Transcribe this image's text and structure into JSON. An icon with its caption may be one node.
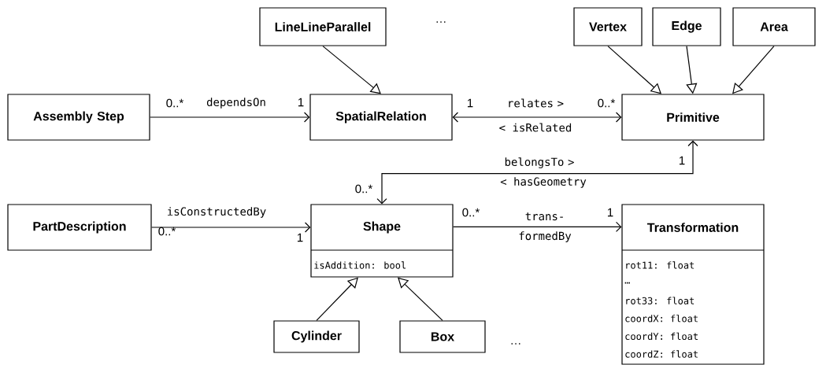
{
  "diagram": {
    "nodes": [
      {
        "text": [
          "LineLineParallel"
        ]
      },
      {
        "text": [
          "Vertex"
        ]
      },
      {
        "text": [
          "Edge"
        ]
      },
      {
        "text": [
          "Area"
        ]
      },
      {
        "text": [
          "Assembly Step"
        ]
      },
      {
        "text": [
          "SpatialRelation"
        ]
      },
      {
        "text": [
          "Primitive"
        ]
      },
      {
        "text": [
          "PartDescription"
        ]
      },
      {
        "text": [
          "Shape",
          "isAddition: bool"
        ]
      },
      {
        "text": [
          "Transformation",
          "rot11: float",
          "…",
          "rot33: float",
          "coordX: float",
          "coordY: float",
          "coordZ: float"
        ]
      },
      {
        "text": [
          "Cylinder"
        ]
      },
      {
        "text": [
          "Box"
        ]
      }
    ],
    "edges": [
      {
        "from": 0,
        "to": 5,
        "arrow": "to"
      },
      {
        "from": 1,
        "to": 6,
        "arrow": "to"
      },
      {
        "from": 2,
        "to": 6,
        "arrow": "to"
      },
      {
        "from": 3,
        "to": 6,
        "arrow": "to"
      },
      {
        "from": 4,
        "to": 5,
        "arrow": "to",
        "label": "dependsOn"
      },
      {
        "from": 5,
        "to": 6,
        "arrow": "both",
        "label": "relates >"
      },
      {
        "from": 6,
        "to": 8,
        "arrow": "both",
        "label": "belongsTo >"
      },
      {
        "from": 7,
        "to": 8,
        "arrow": "to",
        "label": "isConstructedBy"
      },
      {
        "from": 8,
        "to": 9,
        "arrow": "to",
        "label": "trans- formedBy"
      },
      {
        "from": 10,
        "to": 8,
        "arrow": "to"
      },
      {
        "from": 11,
        "to": 8,
        "arrow": "to"
      }
    ],
    "labels": [
      "…",
      "0..*",
      "1",
      "1",
      "0..*",
      "< isRelated",
      "1",
      "0..*",
      "< hasGeometry",
      "0..*",
      "1",
      "0..*",
      "1",
      "…"
    ]
  }
}
